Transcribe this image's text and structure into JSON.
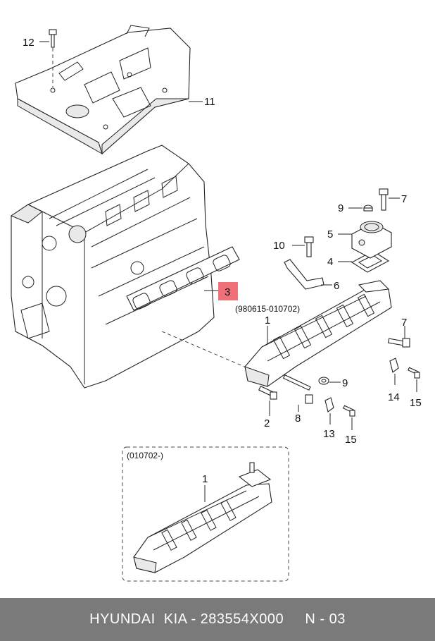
{
  "callouts": {
    "c1_top": "1",
    "c1_bottom": "1",
    "c2": "2",
    "c3": "3",
    "c4": "4",
    "c5": "5",
    "c6": "6",
    "c7_top": "7",
    "c7_mid": "7",
    "c8": "8",
    "c9_top": "9",
    "c9_mid": "9",
    "c10": "10",
    "c11": "11",
    "c12": "12",
    "c13": "13",
    "c14": "14",
    "c15_a": "15",
    "c15_b": "15"
  },
  "date_ranges": {
    "main": "(980615-010702)",
    "inset": "(010702-)"
  },
  "colors": {
    "highlight_fill": "#f0707a",
    "footer_bg": "#7a7a7a",
    "footer_text": "#ffffff"
  },
  "footer": {
    "text": "HYUNDAI  KIA - 283554X000     N - 03"
  }
}
